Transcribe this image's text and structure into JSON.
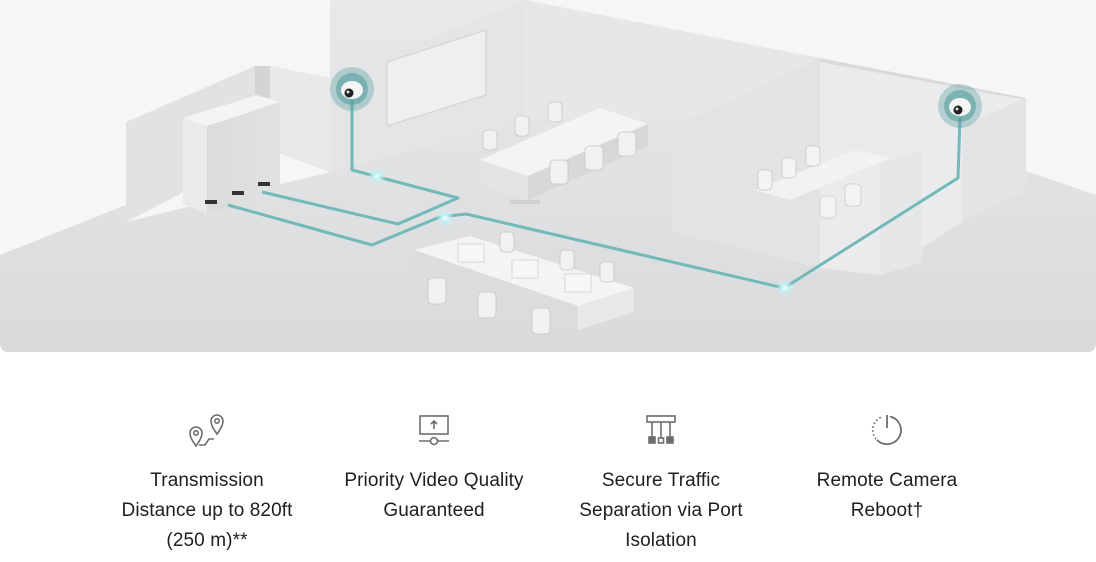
{
  "hero": {
    "description": "Isometric office illustration with network cabinets, desks, meeting room and two dome cameras connected via cabling",
    "accent_color": "#6fb7b7",
    "camera_halo_color": "#4f9a9a"
  },
  "features": [
    {
      "icon": "route-pins-icon",
      "lines": [
        "Transmission",
        "Distance up to 820ft",
        "(250 m)**"
      ]
    },
    {
      "icon": "video-priority-icon",
      "lines": [
        "Priority Video Quality",
        "Guaranteed"
      ]
    },
    {
      "icon": "port-isolation-icon",
      "lines": [
        "Secure Traffic",
        "Separation via Port",
        "Isolation"
      ]
    },
    {
      "icon": "power-reboot-icon",
      "lines": [
        "Remote Camera",
        "Reboot†"
      ]
    }
  ]
}
